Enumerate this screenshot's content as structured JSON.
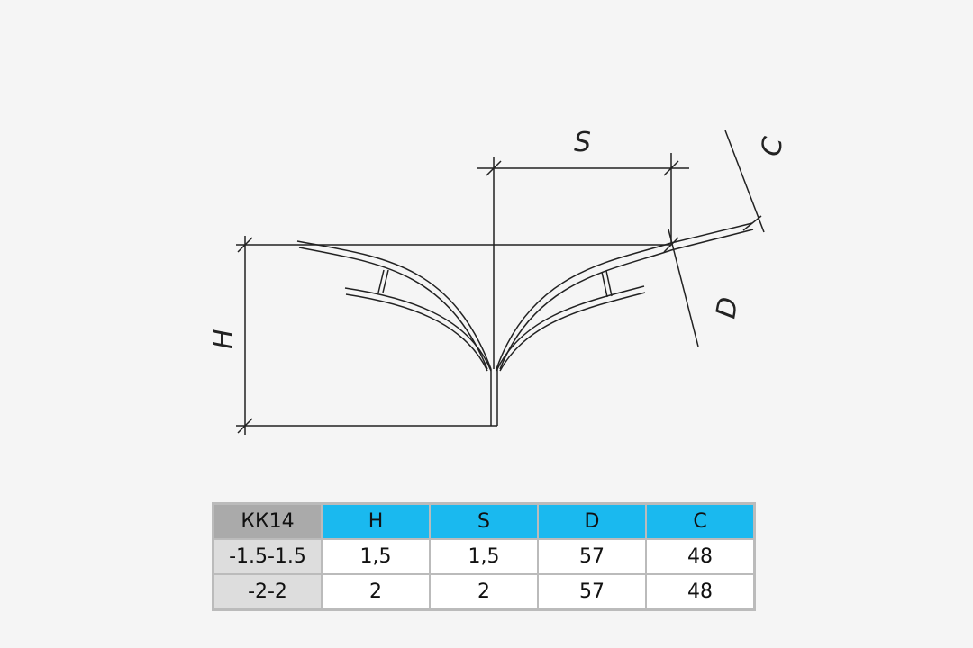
{
  "diagram": {
    "labels": {
      "S": "S",
      "H": "H",
      "D": "D",
      "C": "C"
    }
  },
  "table": {
    "corner": "КК14",
    "headers": [
      "H",
      "S",
      "D",
      "C"
    ],
    "rows": [
      {
        "name": "-1.5-1.5",
        "values": [
          "1,5",
          "1,5",
          "57",
          "48"
        ]
      },
      {
        "name": "-2-2",
        "values": [
          "2",
          "2",
          "57",
          "48"
        ]
      }
    ],
    "colors": {
      "header": "#1ab9ef",
      "corner": "#aaaaaa",
      "row_header": "#dddddd"
    }
  }
}
